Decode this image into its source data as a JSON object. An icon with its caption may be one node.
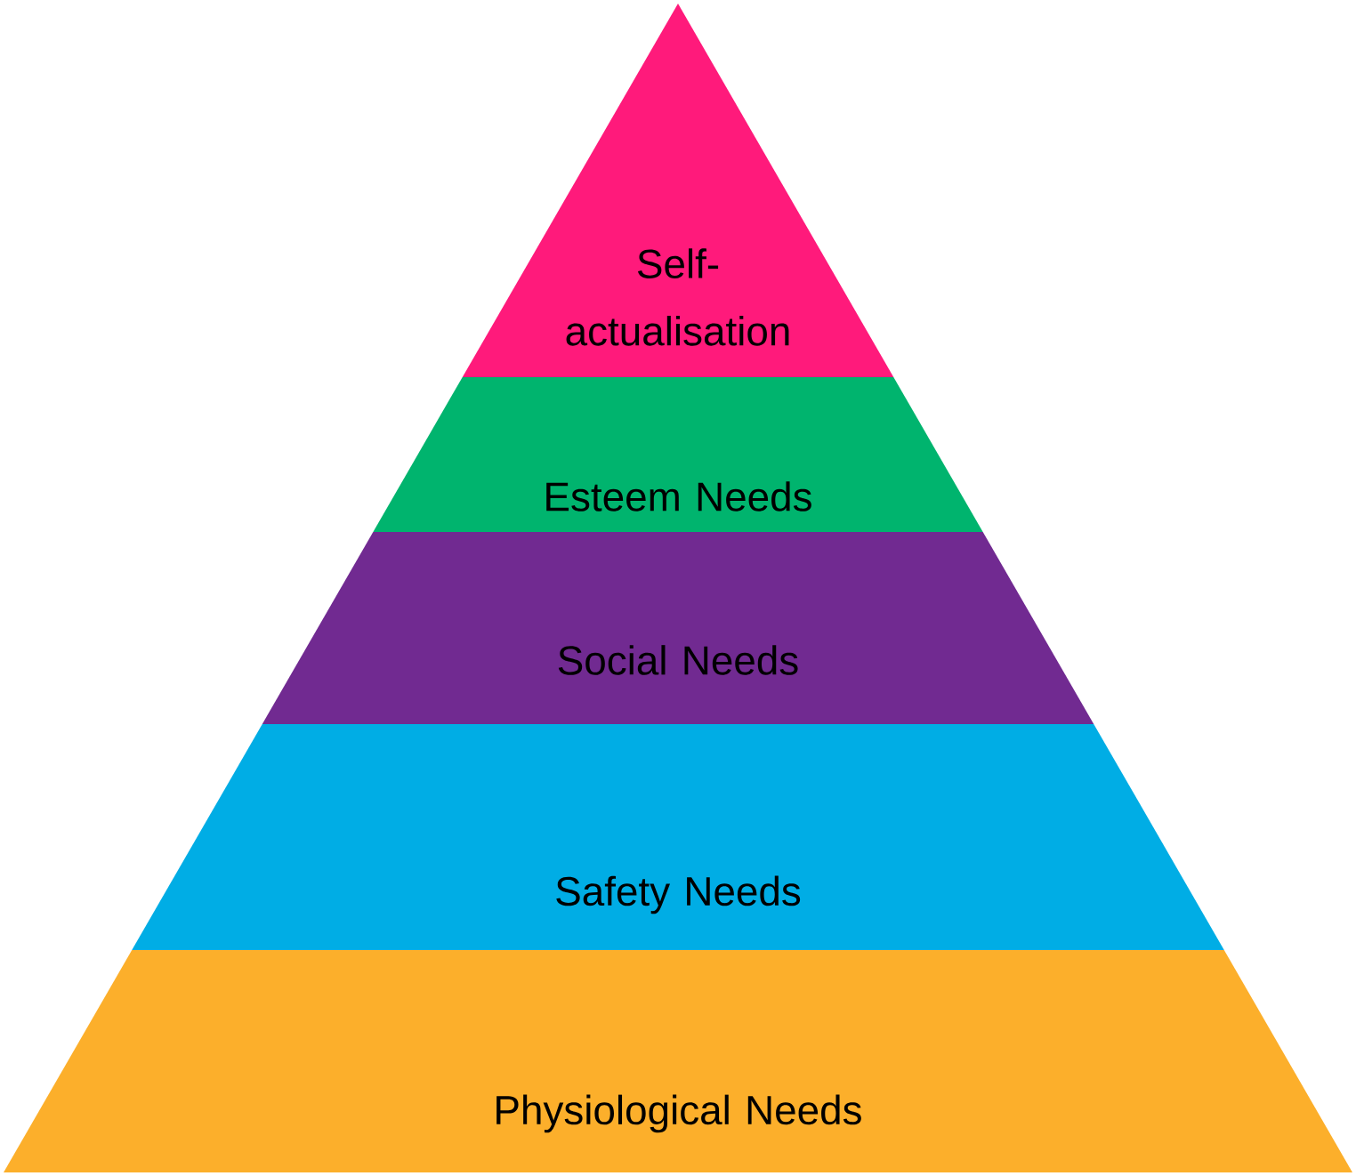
{
  "diagram": {
    "nodes": [
      {
        "text": [
          "Self-actualisation"
        ]
      },
      {
        "text": [
          "Esteem Needs"
        ]
      },
      {
        "text": [
          "Social Needs"
        ]
      },
      {
        "text": [
          "Safety Needs"
        ]
      },
      {
        "text": [
          "Physiological Needs"
        ]
      }
    ]
  }
}
